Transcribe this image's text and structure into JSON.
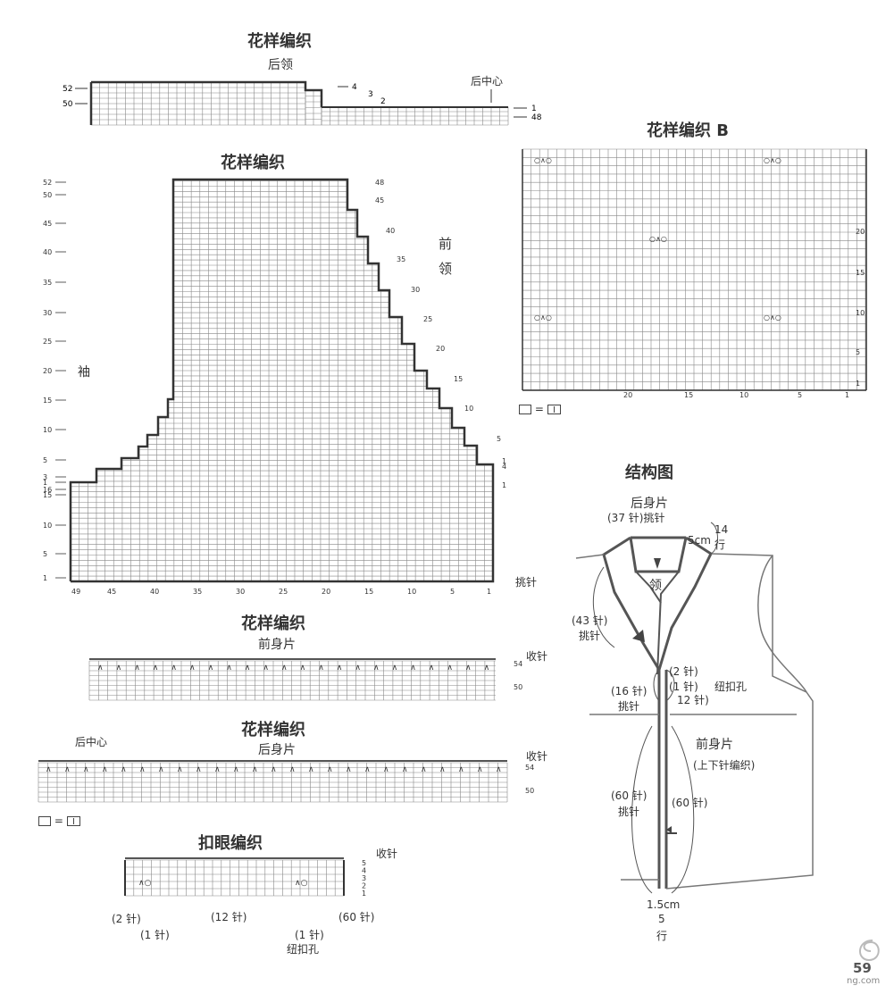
{
  "back_collar": {
    "title": "花样编织",
    "subtitle": "后领",
    "left_rows": [
      "52",
      "50"
    ],
    "right_rows": [
      "4",
      "3",
      "2",
      "1",
      "48"
    ],
    "center_label": "后中心"
  },
  "main_chart": {
    "title": "花样编织",
    "sleeve_label": "袖",
    "front_collar_label_1": "前",
    "front_collar_label_2": "领",
    "left_rows": [
      "52",
      "50",
      "45",
      "40",
      "35",
      "30",
      "25",
      "20",
      "15",
      "10",
      "5",
      "3",
      "1",
      "16",
      "15",
      "10",
      "5",
      "1"
    ],
    "right_rows": [
      "48",
      "45",
      "40",
      "35",
      "30",
      "25",
      "20",
      "15",
      "10",
      "5",
      "1",
      "4",
      "1"
    ],
    "bottom_cols": [
      "49",
      "45",
      "40",
      "35",
      "30",
      "25",
      "20",
      "15",
      "10",
      "5",
      "1"
    ],
    "pickup_label": "挑针"
  },
  "front_strip": {
    "title": "花样编织",
    "subtitle": "前身片",
    "bind_off": "收针",
    "rows": [
      "54",
      "50"
    ]
  },
  "back_strip": {
    "title": "花样编织",
    "subtitle": "后身片",
    "center_label": "后中心",
    "bind_off": "收针",
    "rows": [
      "54",
      "50"
    ]
  },
  "legend_eq": "=",
  "buttonhole": {
    "title": "扣眼编织",
    "bind_off": "收针",
    "rows": [
      "5",
      "4",
      "3",
      "2",
      "1"
    ],
    "label_2": "(2 针)",
    "label_1a": "(1 针)",
    "label_12": "(12 针)",
    "label_1b": "(1 针)",
    "label_60": "(60 针)",
    "hole_label": "纽扣孔"
  },
  "chart_b": {
    "title": "花样编织 B",
    "right_rows": [
      "20",
      "15",
      "10",
      "5",
      "1"
    ],
    "bottom_cols": [
      "20",
      "15",
      "10",
      "5",
      "1"
    ],
    "legend_eq": "="
  },
  "structure": {
    "title": "结构图",
    "back_piece": "后身片",
    "back_pickup": "(37 针)挑针",
    "cm5": "5cm",
    "rows14": "14",
    "rows14_unit": "行",
    "collar": "领",
    "st43": "(43 针)",
    "pick43": "挑针",
    "st2": "(2 针)",
    "st1": "(1 针)",
    "hole": "纽扣孔",
    "st16": "(16 针)",
    "pick16": "挑针",
    "st12": "12 针)",
    "front_piece": "前身片",
    "front_note": "(上下针编织)",
    "st60a": "(60 针)",
    "pick60": "挑针",
    "st60b": "(60 针)",
    "cm15": "1.5cm",
    "rows5": "5",
    "rows5_unit": "行"
  },
  "page_number": "59",
  "watermark": "ng.com"
}
